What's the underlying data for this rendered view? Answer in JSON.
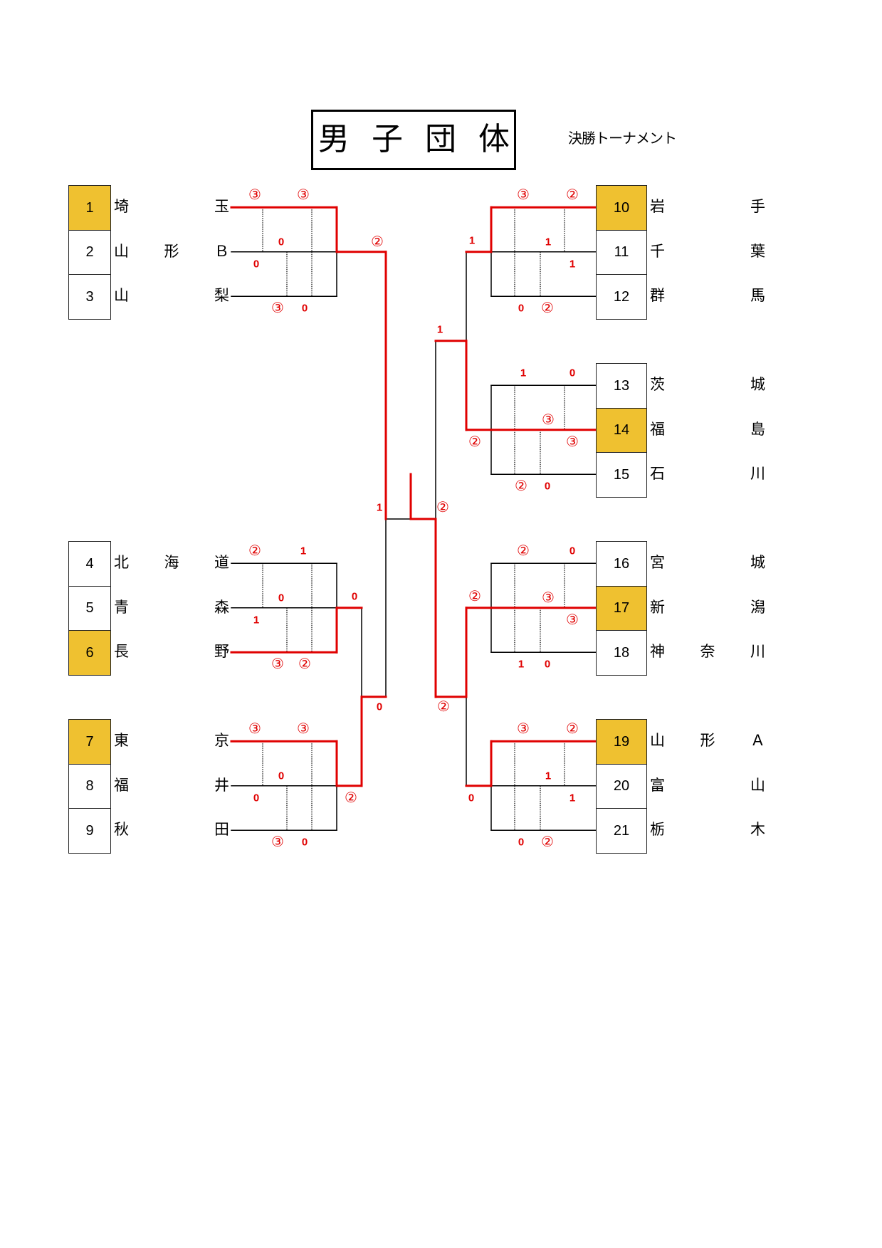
{
  "header": {
    "title": "男子団体",
    "subtitle": "決勝トーナメント"
  },
  "colors": {
    "winning_path": "#E00000",
    "group_winner_fill": "#EFC130",
    "line": "#000000"
  },
  "groups": [
    {
      "teams": [
        {
          "seed": "1",
          "name": "埼玉"
        },
        {
          "seed": "2",
          "name": "山形Ｂ"
        },
        {
          "seed": "3",
          "name": "山梨"
        }
      ],
      "winner": 0,
      "scores": [
        "③",
        "③",
        "0",
        "0",
        "③",
        "0"
      ]
    },
    {
      "teams": [
        {
          "seed": "4",
          "name": "北海道"
        },
        {
          "seed": "5",
          "name": "青森"
        },
        {
          "seed": "6",
          "name": "長野"
        }
      ],
      "winner": 2,
      "scores": [
        "②",
        "1",
        "0",
        "1",
        "③",
        "②"
      ]
    },
    {
      "teams": [
        {
          "seed": "7",
          "name": "東京"
        },
        {
          "seed": "8",
          "name": "福井"
        },
        {
          "seed": "9",
          "name": "秋田"
        }
      ],
      "winner": 0,
      "scores": [
        "③",
        "③",
        "0",
        "0",
        "③",
        "0"
      ]
    },
    {
      "teams": [
        {
          "seed": "10",
          "name": "岩手"
        },
        {
          "seed": "11",
          "name": "千葉"
        },
        {
          "seed": "12",
          "name": "群馬"
        }
      ],
      "winner": 0,
      "scores": [
        "③",
        "②",
        "1",
        "1",
        "0",
        "②"
      ]
    },
    {
      "teams": [
        {
          "seed": "13",
          "name": "茨城"
        },
        {
          "seed": "14",
          "name": "福島"
        },
        {
          "seed": "15",
          "name": "石川"
        }
      ],
      "winner": 1,
      "scores": [
        "1",
        "0",
        "③",
        "③",
        "②",
        "0"
      ]
    },
    {
      "teams": [
        {
          "seed": "16",
          "name": "宮城"
        },
        {
          "seed": "17",
          "name": "新潟"
        },
        {
          "seed": "18",
          "name": "神奈川"
        }
      ],
      "winner": 1,
      "scores": [
        "②",
        "0",
        "③",
        "③",
        "1",
        "0"
      ]
    },
    {
      "teams": [
        {
          "seed": "19",
          "name": "山形Ａ"
        },
        {
          "seed": "20",
          "name": "富山"
        },
        {
          "seed": "21",
          "name": "栃木"
        }
      ],
      "winner": 0,
      "scores": [
        "③",
        "②",
        "1",
        "1",
        "0",
        "②"
      ]
    }
  ],
  "knockout": {
    "left_quarterfinal": {
      "scores": [
        "0",
        "②"
      ],
      "winner": 1
    },
    "left_semifinal": {
      "scores": [
        "②",
        "0"
      ],
      "winner": 0
    },
    "right_quarterfinal_upper": {
      "scores": [
        "1",
        "②"
      ],
      "winner": 1
    },
    "right_quarterfinal_lower": {
      "scores": [
        "②",
        "0"
      ],
      "winner": 0
    },
    "right_semifinal": {
      "scores": [
        "1",
        "②"
      ],
      "winner": 1
    },
    "final": {
      "scores": [
        "1",
        "②"
      ],
      "winner": 1
    }
  }
}
